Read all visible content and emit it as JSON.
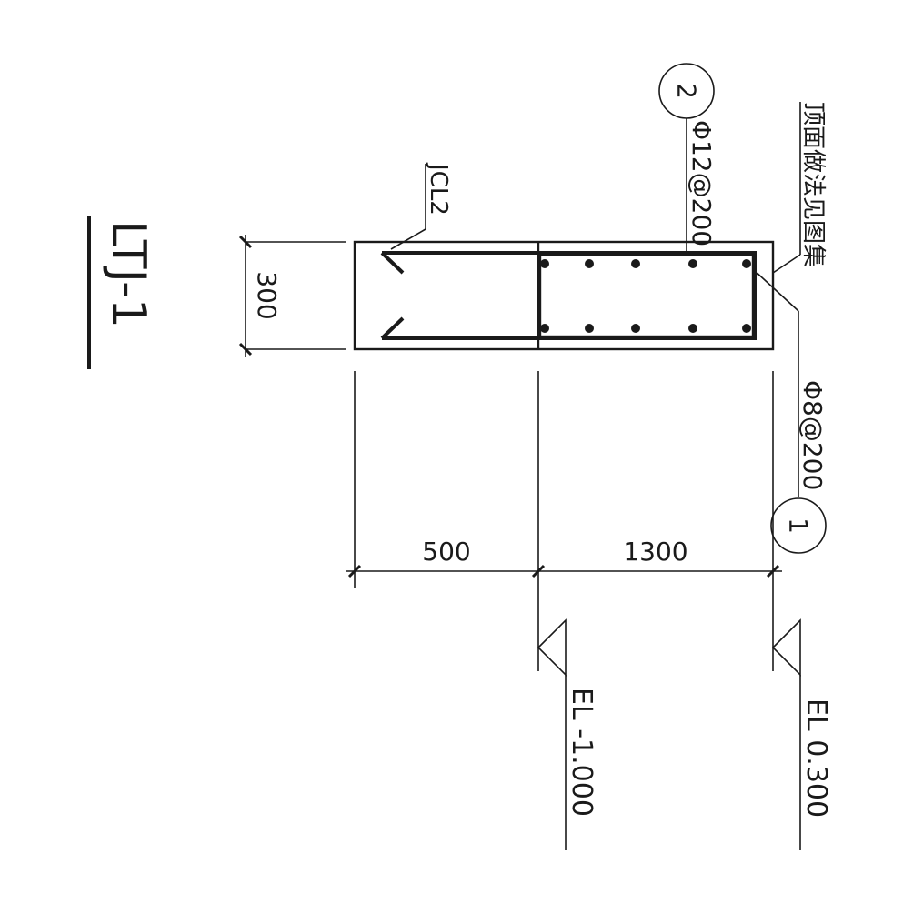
{
  "drawing": {
    "title": "LTJ-1",
    "beam_callout": "JCL2",
    "top_rebar_callout": "Φ12@200",
    "top_rebar_mark": "2",
    "stirrup_callout": "Φ8@200",
    "stirrup_mark": "1",
    "note": "顶面做法见图集",
    "dim_depth": "300",
    "dim_left": "500",
    "dim_right": "1300",
    "elev_low": "EL -1.000",
    "elev_high": "EL 0.300"
  }
}
